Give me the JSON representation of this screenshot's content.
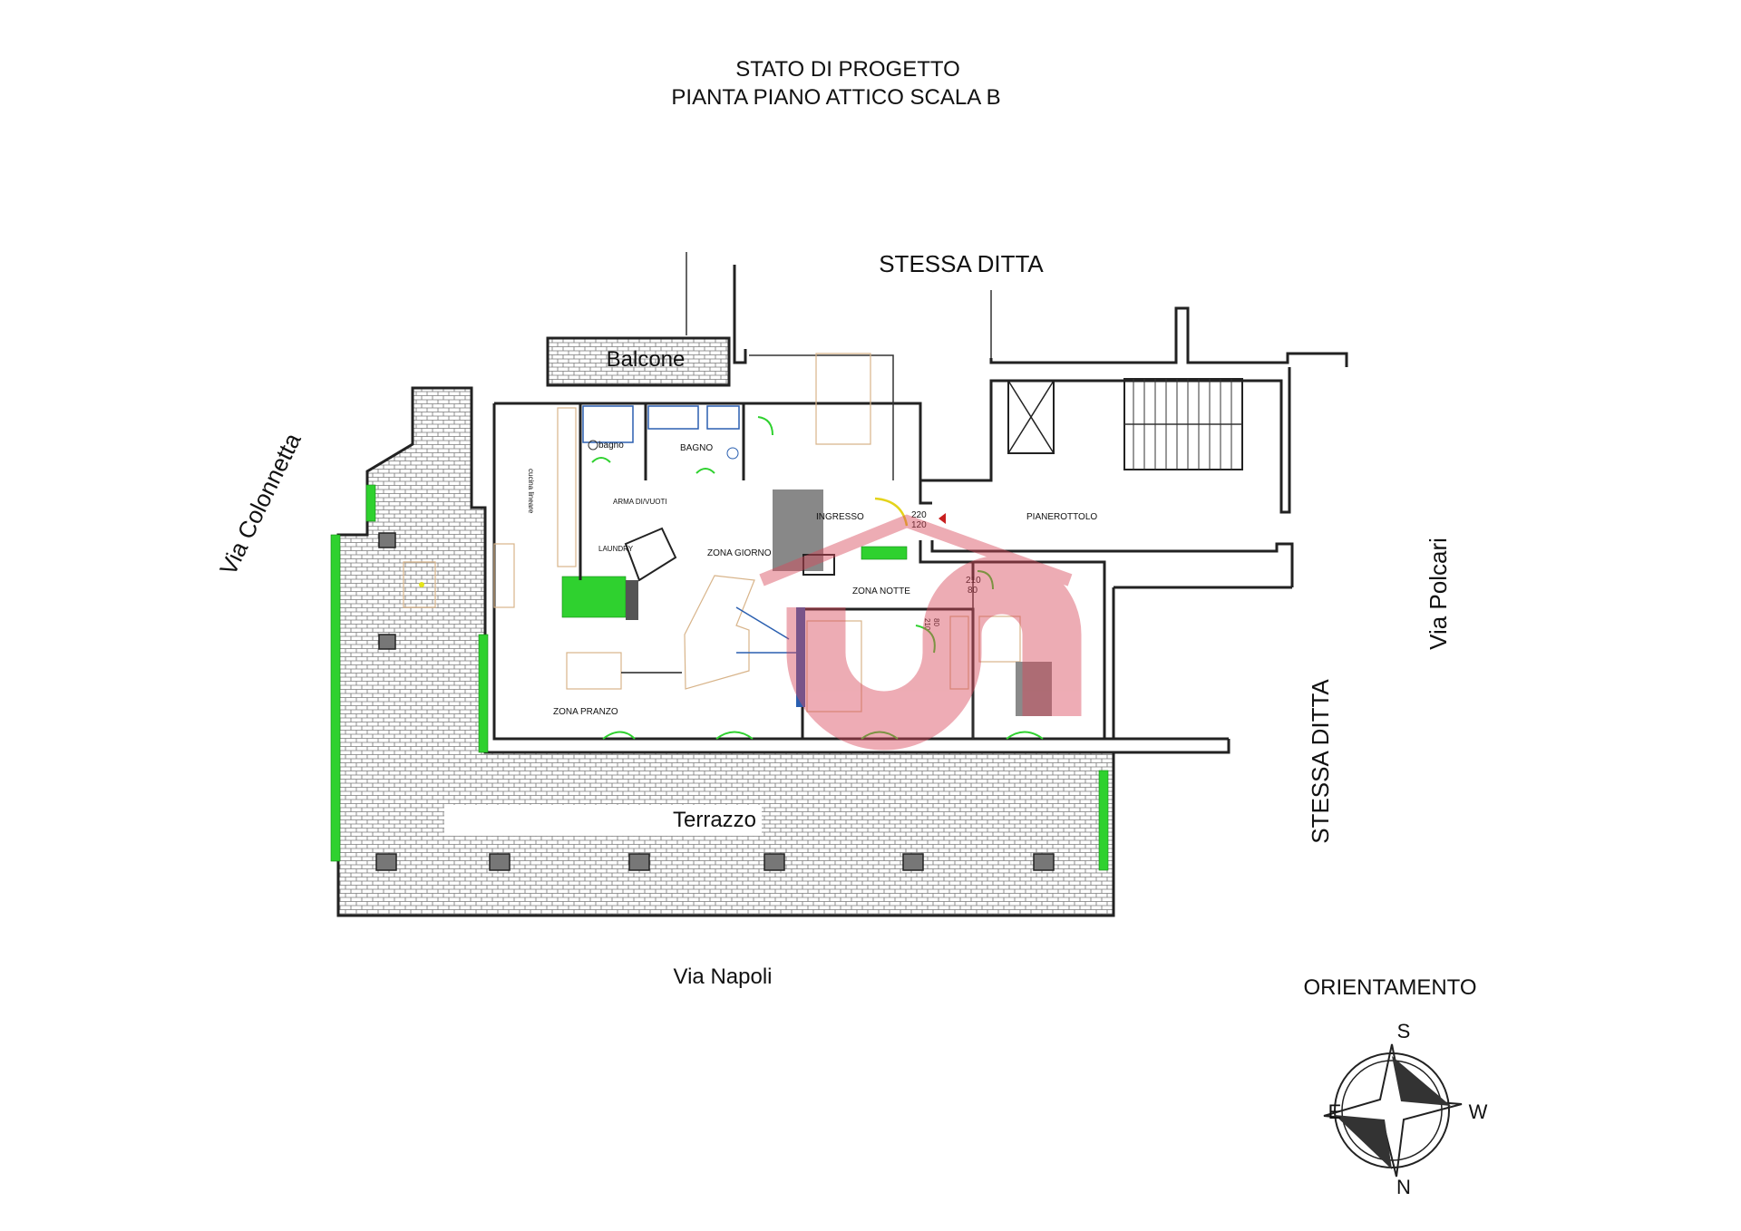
{
  "title": {
    "line1": "STATO DI PROGETTO",
    "line2": "PIANTA PIANO ATTICO SCALA B"
  },
  "streets": {
    "north_label": "STESSA DITTA",
    "east_label": "STESSA DITTA",
    "left_street": "Via Colonnetta",
    "right_street": "Via Polcari",
    "bottom_street": "Via Napoli"
  },
  "areas": {
    "balcone": "Balcone",
    "terrazzo": "Terrazzo",
    "bagno1": "bagno",
    "bagno2": "BAGNO",
    "cucina": "cucina lineare",
    "armadi": "ARMA DI/VUOTI",
    "laundry": "LAUNDRY",
    "zona_giorno": "ZONA GIORNO",
    "ingresso": "INGRESSO",
    "pianerottolo": "PIANEROTTOLO",
    "zona_notte": "ZONA NOTTE",
    "zona_pranzo": "ZONA PRANZO"
  },
  "dims": {
    "d1": "220",
    "d2": "120",
    "d3": "210",
    "d4": "80",
    "d5": "210",
    "d6": "80"
  },
  "compass": {
    "heading": "ORIENTAMENTO",
    "top": "S",
    "right": "W",
    "bottom": "N",
    "left": "E"
  },
  "colors": {
    "wall": "#222222",
    "plant": "#2fd12f",
    "watermark": "#d9485a",
    "accent_blue": "#2a5fb0"
  }
}
